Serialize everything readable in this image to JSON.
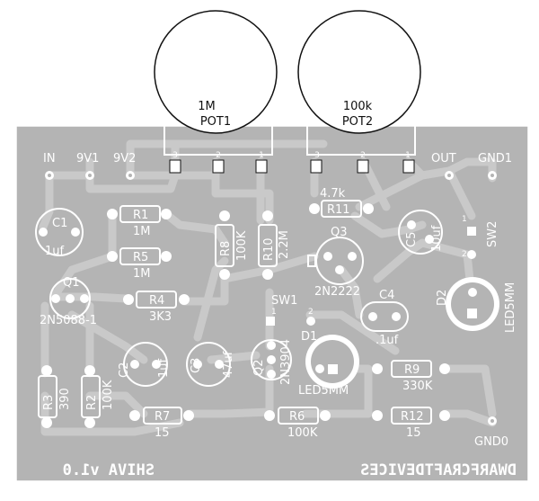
{
  "board": {
    "colors": {
      "board": "#b4b4b4",
      "trace": "#c8c8c8",
      "outline": "#ffffff",
      "silk": "#ffffff",
      "dark": "#111111"
    },
    "pots": [
      {
        "id": "pot1",
        "value": "1M",
        "name": "POT1",
        "pins": [
          "3",
          "2",
          "1"
        ]
      },
      {
        "id": "pot2",
        "value": "100k",
        "name": "POT2",
        "pins": [
          "3",
          "2",
          "1"
        ]
      }
    ],
    "connectors": {
      "in": "IN",
      "v9_1": "9V1",
      "v9_2": "9V2",
      "out": "OUT",
      "gnd1": "GND1",
      "gnd0": "GND0"
    },
    "components": {
      "r1": {
        "name": "R1",
        "value": "1M"
      },
      "r5": {
        "name": "R5",
        "value": "1M"
      },
      "r4": {
        "name": "R4",
        "value": "3K3"
      },
      "r8": {
        "name": "R8",
        "value": "100K"
      },
      "r10": {
        "name": "R10",
        "value": "2.2M"
      },
      "r11": {
        "name": "R11",
        "value": "4.7k"
      },
      "r3": {
        "name": "R3",
        "value": "390"
      },
      "r2": {
        "name": "R2",
        "value": "100K"
      },
      "r7": {
        "name": "R7",
        "value": "15"
      },
      "r6": {
        "name": "R6",
        "value": "100K"
      },
      "r9": {
        "name": "R9",
        "value": "330K"
      },
      "r12": {
        "name": "R12",
        "value": "15"
      },
      "c1": {
        "name": "C1",
        "value": "1uf"
      },
      "c2": {
        "name": "C2",
        "value": "1uf"
      },
      "c3": {
        "name": "C3",
        "value": "47uf"
      },
      "c4": {
        "name": "C4",
        "value": ".1uf"
      },
      "c5": {
        "name": "C5",
        "value": "10uf"
      },
      "q1": {
        "name": "Q1",
        "value": "2N5088-1"
      },
      "q2": {
        "name": "Q2",
        "value": "2N3904"
      },
      "q3": {
        "name": "Q3",
        "value": "2N2222"
      },
      "d1": {
        "name": "D1",
        "value": "LED5MM"
      },
      "d2": {
        "name": "D2",
        "value": "LED5MM"
      },
      "sw1": {
        "name": "SW1",
        "pin1": "1",
        "pin2": "2"
      },
      "sw2": {
        "name": "SW2",
        "pin1": "1",
        "pin2": "2"
      }
    },
    "credits": {
      "left": "SHIVA v1.0",
      "right": "DWARFCRAFTDEVICES"
    }
  }
}
